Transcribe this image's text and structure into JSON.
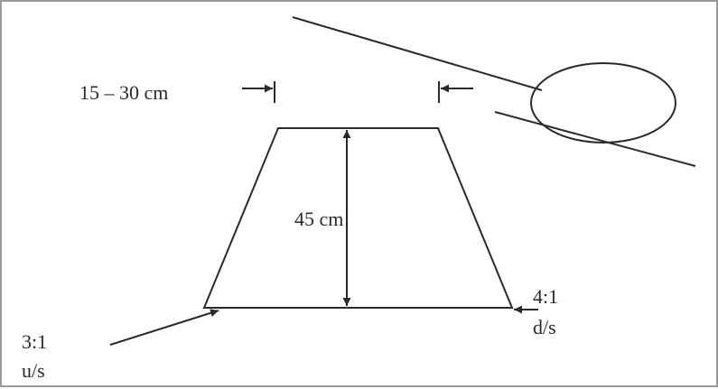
{
  "diagram": {
    "labels": {
      "crest_width": "15 – 30 cm",
      "height": "45 cm",
      "upstream_slope": "3:1",
      "upstream_side": "u/s",
      "downstream_slope": "4:1",
      "downstream_side": "d/s"
    },
    "colors": {
      "line": "#2a2a2a",
      "text": "#2a2a2a",
      "border": "#9a9a9a",
      "background": "#ffffff"
    }
  }
}
